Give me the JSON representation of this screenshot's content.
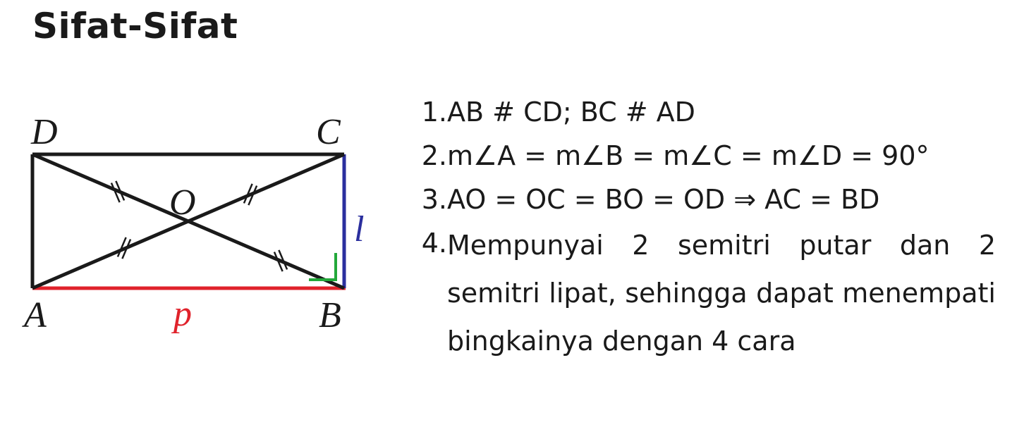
{
  "title": "Sifat-Sifat",
  "diagram": {
    "vertices": {
      "D": "D",
      "C": "C",
      "A": "A",
      "B": "B",
      "O": "O"
    },
    "side_labels": {
      "length": "p",
      "width": "l"
    },
    "colors": {
      "outline": "#1a1a1a",
      "length_side": "#e0222b",
      "width_side": "#2b2f9e",
      "right_angle": "#22a83a"
    }
  },
  "properties": [
    {
      "number": "1.",
      "text": "AB # CD; BC # AD"
    },
    {
      "number": "2.",
      "text": "m∠A = m∠B = m∠C = m∠D = 90°"
    },
    {
      "number": "3.",
      "text": "AO = OC = BO = OD ⇒ AC = BD"
    },
    {
      "number": "4.",
      "text": "Mempunyai 2 semitri putar dan 2 semitri lipat, sehingga dapat menempati bingkainya dengan 4 cara"
    }
  ]
}
